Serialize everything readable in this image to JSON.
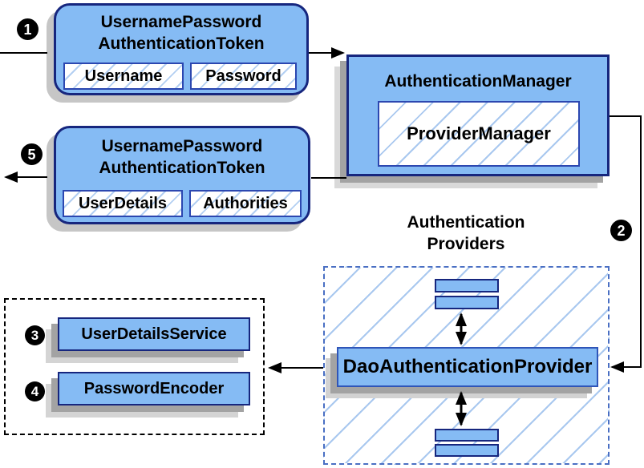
{
  "palette": {
    "node_fill": "#85bbf4",
    "node_border": "#16267e",
    "inner_border": "#2c47b0",
    "hatch_line": "#a9c8ef",
    "dashed_provider_border": "#4a6fc3",
    "dashed_services_border": "#000000",
    "shadow_dark": "#a3a3a3",
    "shadow_light": "#d9d9d9",
    "connector": "#000000",
    "step_badge_bg": "#000000",
    "step_badge_text": "#ffffff"
  },
  "steps": {
    "s1": "1",
    "s2": "2",
    "s3": "3",
    "s4": "4",
    "s5": "5"
  },
  "nodes": {
    "request_token": {
      "title_line1": "UsernamePassword",
      "title_line2": "AuthenticationToken",
      "field1": "Username",
      "field2": "Password"
    },
    "auth_manager": {
      "title": "AuthenticationManager",
      "inner": "ProviderManager"
    },
    "result_token": {
      "title_line1": "UsernamePassword",
      "title_line2": "AuthenticationToken",
      "field1": "UserDetails",
      "field2": "Authorities"
    },
    "providers": {
      "title_line1": "Authentication",
      "title_line2": "Providers",
      "provider": "DaoAuthenticationProvider"
    },
    "services": {
      "service1": "UserDetailsService",
      "service2": "PasswordEncoder"
    }
  }
}
